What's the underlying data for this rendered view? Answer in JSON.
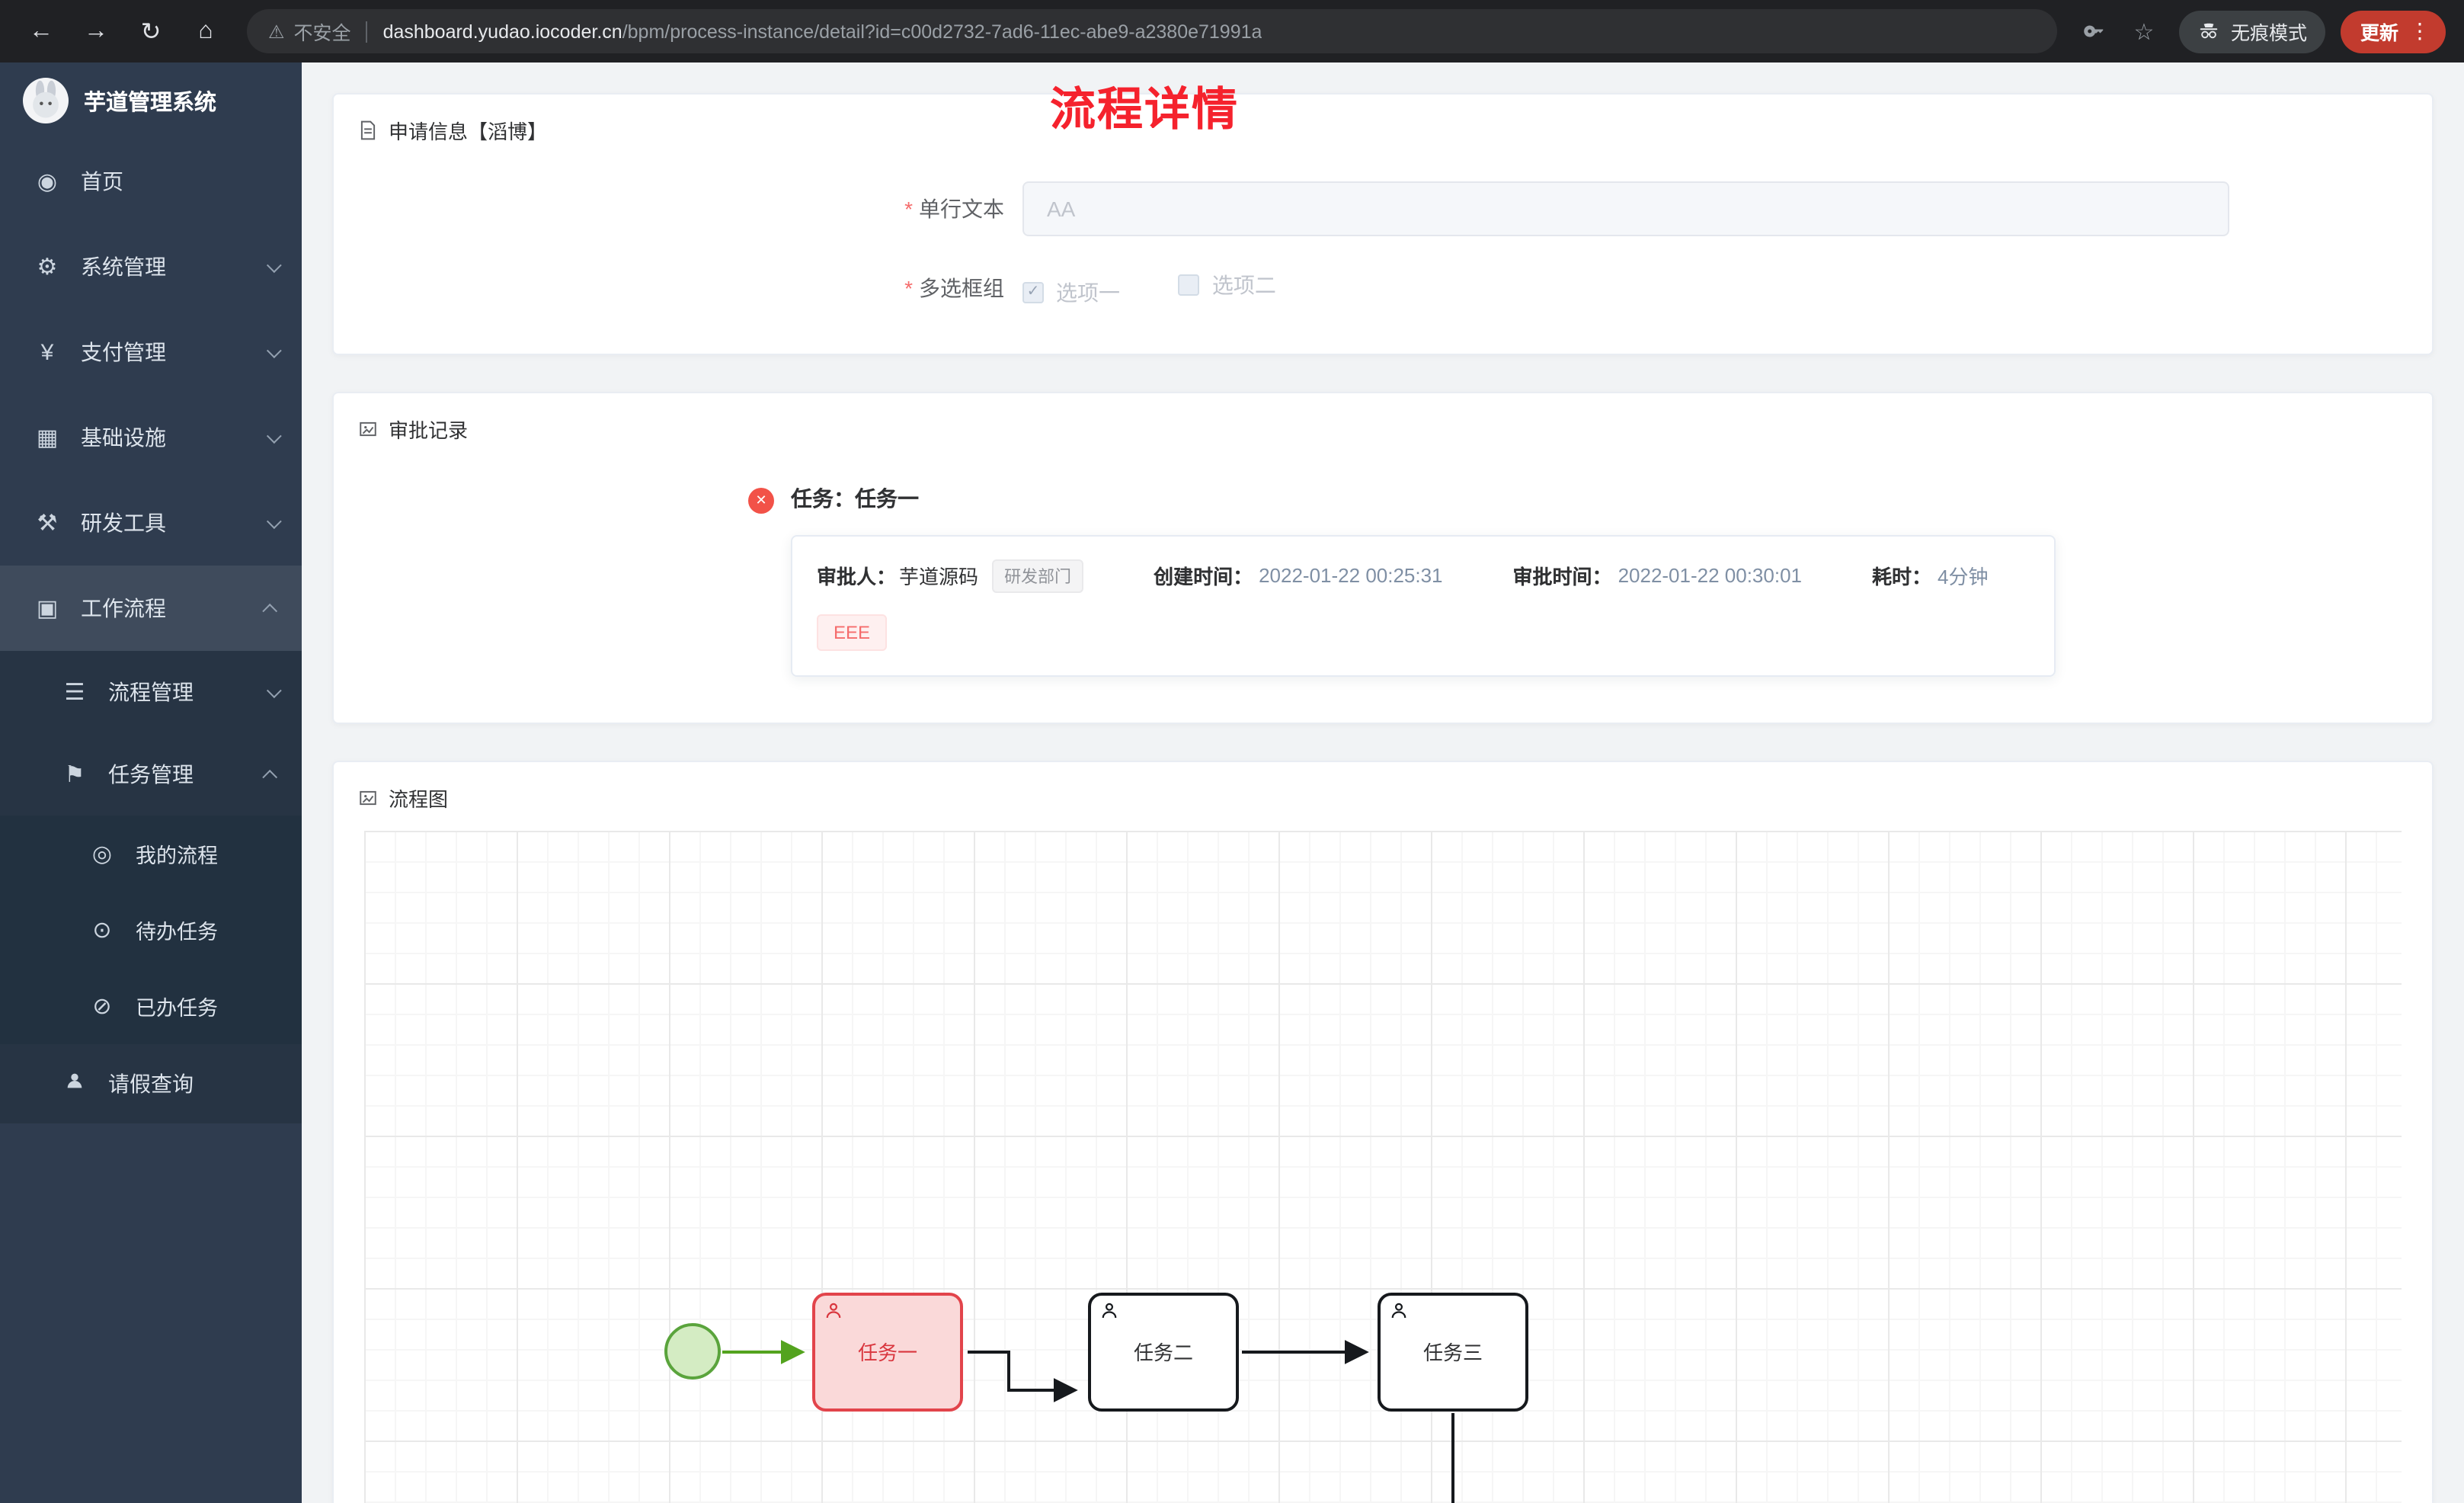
{
  "icons": {
    "back": "←",
    "forward": "→",
    "reload": "↻",
    "home": "⌂",
    "warning": "⚠",
    "star": "☆",
    "more": "⋮",
    "check": "✓",
    "close": "✕",
    "menu_home": "◉",
    "menu_system": "⚙",
    "menu_pay": "¥",
    "menu_infra": "▦",
    "menu_dev": "⚒",
    "menu_workflow": "▣",
    "menu_process": "☰",
    "menu_task": "⚑",
    "menu_my": "◎",
    "menu_todo": "⊙",
    "menu_done": "⊘"
  },
  "colors": {
    "title_red": "#f5222d",
    "active_task_red": "#e2444b",
    "start_event_green": "#5aa43c",
    "sidebar_bg": "#2f3c4f",
    "update_button_red": "#c23b2e"
  },
  "browser": {
    "security_label": "不安全",
    "url_domain": "dashboard.yudao.iocoder.cn",
    "url_path": "/bpm/process-instance/detail?id=c00d2732-7ad6-11ec-abe9-a2380e71991a",
    "incognito_label": "无痕模式",
    "update_label": "更新"
  },
  "sidebar": {
    "app_title": "芋道管理系统",
    "items": [
      {
        "label": "首页"
      },
      {
        "label": "系统管理"
      },
      {
        "label": "支付管理"
      },
      {
        "label": "基础设施"
      },
      {
        "label": "研发工具"
      },
      {
        "label": "工作流程"
      }
    ],
    "workflow_children": [
      {
        "label": "流程管理"
      },
      {
        "label": "任务管理"
      },
      {
        "label": "请假查询"
      }
    ],
    "task_children": [
      {
        "label": "我的流程"
      },
      {
        "label": "待办任务"
      },
      {
        "label": "已办任务"
      }
    ]
  },
  "page": {
    "title": "流程详情",
    "apply_card": {
      "header": "申请信息【滔博】",
      "field_text_label": "单行文本",
      "field_text_value": "AA",
      "field_check_label": "多选框组",
      "option1": "选项一",
      "option2": "选项二"
    },
    "approval_card": {
      "header": "审批记录",
      "task_title": "任务：任务一",
      "approver_label": "审批人：",
      "approver": "芋道源码",
      "dept_tag": "研发部门",
      "create_label": "创建时间：",
      "create_time": "2022-01-22 00:25:31",
      "approve_label": "审批时间：",
      "approve_time": "2022-01-22 00:30:01",
      "duration_label": "耗时：",
      "duration": "4分钟",
      "comment": "EEE"
    },
    "diagram_card": {
      "header": "流程图",
      "tasks": [
        "任务一",
        "任务二",
        "任务三"
      ]
    }
  }
}
